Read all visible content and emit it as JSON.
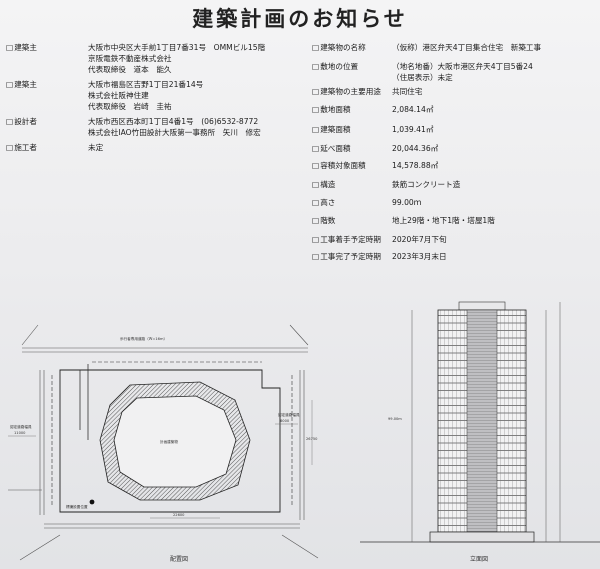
{
  "title": "建築計画のお知らせ",
  "left": [
    {
      "label": "建築主",
      "lines": [
        "大阪市中央区大手前1丁目7番31号　OMMビル15階",
        "京阪電鉄不動産株式会社",
        "代表取締役　道本　能久"
      ]
    },
    {
      "label": "建築主",
      "lines": [
        "大阪市福島区吉野1丁目21番14号",
        "株式会社阪神住建",
        "代表取締役　岩崎　圭祐"
      ]
    },
    {
      "label": "設計者",
      "lines": [
        "大阪市西区西本町1丁目4番1号　(06)6532-8772",
        "株式会社IAO竹田設計大阪第一事務所　矢川　修宏"
      ]
    },
    {
      "label": "施工者",
      "lines": [
        "未定"
      ]
    }
  ],
  "right": [
    {
      "label": "建築物の名称",
      "lines": [
        "（仮称）港区弁天4丁目集合住宅　新築工事"
      ]
    },
    {
      "label": "敷地の位置",
      "lines": [
        "（地名地番）大阪市港区弁天4丁目5番24",
        "（住居表示）未定"
      ]
    },
    {
      "label": "建築物の主要用途",
      "lines": [
        "共同住宅"
      ]
    },
    {
      "label": "敷地面積",
      "lines": [
        "2,084.14㎡"
      ]
    },
    {
      "label": "建築面積",
      "lines": [
        "1,039.41㎡"
      ]
    },
    {
      "label": "延べ面積",
      "lines": [
        "20,044.36㎡"
      ]
    },
    {
      "label": "容積対象面積",
      "lines": [
        "14,578.88㎡"
      ]
    },
    {
      "label": "構造",
      "lines": [
        "鉄筋コンクリート造"
      ]
    },
    {
      "label": "高さ",
      "lines": [
        "99.00ｍ"
      ]
    },
    {
      "label": "階数",
      "lines": [
        "地上29階・地下1階・塔屋1階"
      ]
    },
    {
      "label": "工事着手予定時期",
      "lines": [
        "2020年7月下旬"
      ]
    },
    {
      "label": "工事完了予定時期",
      "lines": [
        "2023年3月末日"
      ]
    }
  ],
  "site_plan": {
    "caption": "配置図",
    "building_label": "計画建築物",
    "road_top": "歩行者専用道路（Ｗ=16ｍ）",
    "road_left": "認定道路幅員",
    "road_left_width": "11000",
    "road_right": "認定道路幅員",
    "road_right_width": "6000",
    "road_bottom_width": "22600",
    "dim_right": "26750",
    "sign_label": "標識設置位置"
  },
  "elevation": {
    "caption": "立面図",
    "height_dim": "99.00m"
  }
}
